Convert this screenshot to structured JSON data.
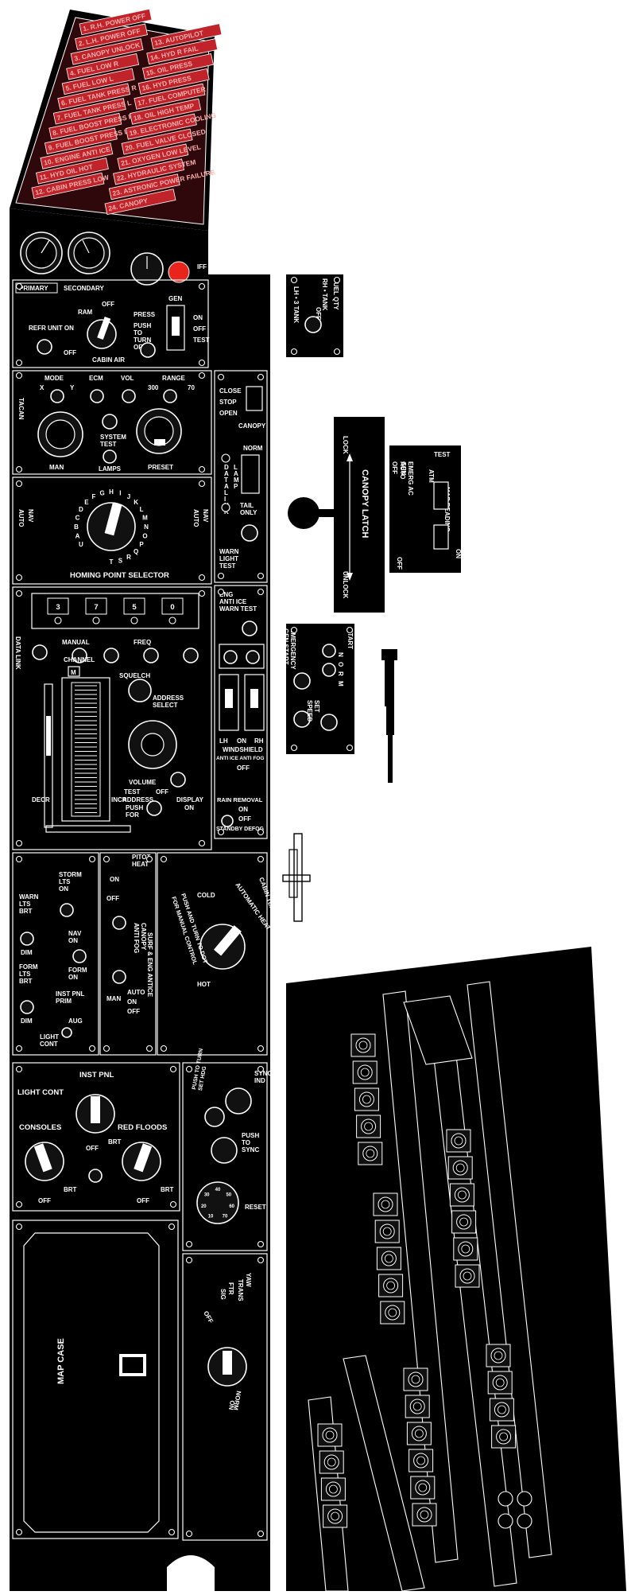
{
  "annunciator": {
    "left": [
      "1. R.H. POWER OFF",
      "2. L.H. POWER OFF",
      "3. CANOPY UNLOCK",
      "4. FUEL LOW R",
      "5. FUEL LOW L",
      "6. FUEL TANK PRESS R",
      "7. FUEL TANK PRESS L",
      "8. FUEL BOOST PRESS R",
      "9. FUEL BOOST PRESS L",
      "10. ENGINE ANTI ICE",
      "11. HYD OIL HOT",
      "12. CABIN PRESS LOW"
    ],
    "right": [
      "13. AUTOPILOT",
      "14. HYD R FAIL",
      "15. OIL PRESS",
      "16. HYD PRESS",
      "17. FUEL COMPUTER",
      "18. OIL HIGH TEMP",
      "19. ELECTRONIC COOLING",
      "20. FUEL VALVE CLOSED",
      "21. OXYGEN LOW LEVEL",
      "22. HYDRAULIC SYSTEM",
      "23. ASTRONIC POWER FAILURE",
      "24. CANOPY"
    ]
  },
  "iff": {
    "caution": "IFF CAUTION"
  },
  "air": {
    "primary": "PRIMARY",
    "secondary": "SECONDARY",
    "ram": "RAM",
    "off": "OFF",
    "press": "PRESS",
    "refr_unit_on": "REFR UNIT ON",
    "push_to_turn_off": [
      "PUSH",
      "TO",
      "TURN",
      "OFF"
    ],
    "off_small": "OFF",
    "cabin_air": "CABIN AIR",
    "gen": "GEN",
    "on": "ON",
    "off2": "OFF",
    "test": "TEST"
  },
  "tacan": {
    "side": "TACAN",
    "mode": "MODE",
    "ecm": "ECM",
    "vol": "VOL",
    "range": "RANGE",
    "x": "X",
    "y": "Y",
    "r300": "300",
    "r70": "70",
    "system_test": [
      "SYSTEM",
      "TEST"
    ],
    "man": "MAN",
    "lamps": "LAMPS",
    "preset": "PRESET"
  },
  "canopy_ctl": {
    "close": "CLOSE",
    "stop": "STOP",
    "open": "OPEN",
    "canopy": "CANOPY",
    "norm": "NORM",
    "data_link": [
      "D",
      "A",
      "T",
      "A",
      "L",
      "I",
      "N",
      "K"
    ],
    "lamp": [
      "L",
      "A",
      "M",
      "P"
    ],
    "tail_only": [
      "TAIL",
      "ONLY"
    ],
    "warn_light_test": [
      "WARN",
      "LIGHT",
      "TEST"
    ]
  },
  "homing": {
    "auto_left": "AUTO",
    "nav_left": "NAV",
    "auto_right": "AUTO",
    "nav_right": "NAV",
    "letters": [
      "U",
      "A",
      "B",
      "C",
      "D",
      "E",
      "F",
      "G",
      "H",
      "I",
      "J",
      "K",
      "L",
      "M",
      "N",
      "O",
      "P",
      "Q",
      "R",
      "S",
      "T"
    ],
    "title": "HOMING POINT SELECTOR"
  },
  "datalink": {
    "side": "DATA LINK",
    "digits": [
      "3",
      "7",
      "5",
      "0"
    ],
    "manual": "MANUAL",
    "freq": "FREQ",
    "channel": "CHANNEL",
    "m": "M",
    "squelch": "SQUELCH",
    "address_select": [
      "ADDRESS",
      "SELECT"
    ],
    "decr": "DECR",
    "incr": "INCR",
    "volume": "VOLUME",
    "test": "TEST",
    "address": "ADDRESS",
    "push_for": [
      "PUSH",
      "FOR"
    ],
    "off": "OFF",
    "display": "DISPLAY",
    "on": "ON"
  },
  "antiice": {
    "eng_anti_ice": [
      "ENG",
      "ANTI ICE",
      "WARN TEST"
    ],
    "lh": "LH",
    "on": "ON",
    "rh": "RH",
    "windshield": "WINDSHIELD",
    "anti_ice_anti_fog": "ANTI ICE ANTI FOG",
    "off": "OFF",
    "rain_removal": "RAIN REMOVAL",
    "on2": "ON",
    "off2": "OFF",
    "standby_defog": "STANDBY DEFOG"
  },
  "fuel_qty": {
    "title": "FUEL QTY",
    "rh_tank": "RH • TANK",
    "lh_tank": "LH • 3 TANK",
    "off": "OFF"
  },
  "canopy_latch": {
    "lock": "LOCK",
    "title": "CANOPY LATCH",
    "unlock": "UNLOCK"
  },
  "test_panel": {
    "test": "TEST",
    "off": "OFF",
    "auto": "AUTO",
    "emerg_ac_gen": [
      "EMERG AC",
      "GEN"
    ],
    "atm": "ATM",
    "map_reading": [
      "MAP READING",
      "LIGHT"
    ],
    "off2": "OFF",
    "on": "ON"
  },
  "emerg_gen": {
    "title": [
      "EMERGENCY",
      "GEN START"
    ],
    "start": "START",
    "n": "N",
    "o": "O",
    "r": "R",
    "m": "M",
    "set_speed": [
      "SET",
      "SPEED"
    ]
  },
  "lights": {
    "storm_lts": [
      "STORM",
      "LTS",
      "ON"
    ],
    "warn_lts": [
      "WARN",
      "LTS",
      "BRT"
    ],
    "dim": "DIM",
    "nav": [
      "NAV",
      "ON"
    ],
    "form_lts": [
      "FORM",
      "LTS",
      "BRT"
    ],
    "form_on": [
      "FORM",
      "ON"
    ],
    "dim2": "DIM",
    "inst_pnl_prim": [
      "INST PNL",
      "PRIM"
    ],
    "aug": "AUG",
    "light_cont": [
      "LIGHT",
      "CONT"
    ],
    "pitot_heat": [
      "PITOT",
      "HEAT"
    ],
    "on": "ON",
    "off": "OFF",
    "canopy_anti_fog": [
      "CANOPY",
      "ANTI FOG"
    ],
    "man": "MAN",
    "auto": "AUTO",
    "on2": "ON",
    "off2": "OFF",
    "surf_eng_antice": "SURF & ENG ANTICE"
  },
  "cabin_temp": {
    "title": "CABIN TEMP CONTROL",
    "automatic_heat": "AUTOMATIC HEAT",
    "cold": "COLD",
    "hot": "HOT",
    "manual1": "FOR MANUAL CONTROL",
    "manual2": "PUSH AND TURN TO DOT"
  },
  "inst_lights": {
    "inst_pnl": "INST PNL",
    "light_cont": "LIGHT CONT",
    "consoles": "CONSOLES",
    "red_floods": "RED FLOODS",
    "off": "OFF",
    "brt": "BRT",
    "off_l": "OFF",
    "brt_l": "BRT",
    "off_r": "OFF",
    "brt_r": "BRT"
  },
  "compass": {
    "sync_ind": [
      "SYNC",
      "IND"
    ],
    "push_to_turn": [
      "PUSH TO TURN",
      "SET HDG"
    ],
    "push_to_sync": [
      "PUSH",
      "TO",
      "SYNC"
    ],
    "dials": [
      "10",
      "20",
      "30",
      "40",
      "50",
      "60",
      "70"
    ],
    "reset": "RESET"
  },
  "map": {
    "title": "MAP CASE"
  },
  "yaw": {
    "labels": [
      "YAW",
      "TRANS",
      "FTR",
      "SIG",
      "OFF",
      "NORM",
      "ON"
    ]
  },
  "colors": {
    "panel": "#000000",
    "line": "#ffffff",
    "annunciator_bg": "#3a0a0c",
    "annunciator_light": "#c0242a",
    "caution_light": "#e8241c"
  }
}
